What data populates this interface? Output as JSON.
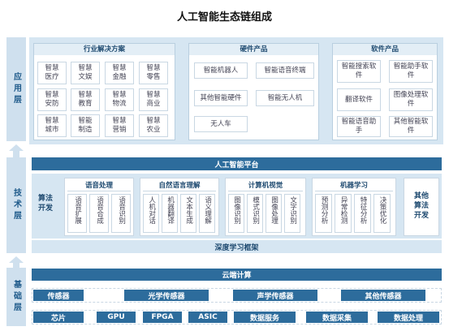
{
  "title": "人工智能生态链组成",
  "layers": {
    "app": "应用层",
    "tech": "技术层",
    "base": "基础层"
  },
  "application": {
    "industry": {
      "title": "行业解决方案",
      "items": [
        "智慧医疗",
        "智慧文娱",
        "智慧金融",
        "智慧零售",
        "智慧安防",
        "智慧教育",
        "智慧物流",
        "智慧商业",
        "智慧城市",
        "智能制造",
        "智慧营销",
        "智慧农业"
      ]
    },
    "hardware": {
      "title": "硬件产品",
      "items": [
        "智能机器人",
        "智能语音终端",
        "其他智能硬件",
        "智能无人机",
        "无人车"
      ]
    },
    "software": {
      "title": "软件产品",
      "items": [
        "智能搜索软件",
        "智能助手软件",
        "翻译软件",
        "图像处理软件",
        "智能语音助手",
        "其他智能软件"
      ]
    }
  },
  "tech": {
    "platform": "人工智能平台",
    "algo": "算法开发",
    "deep_learning": "深度学习框架",
    "groups": [
      {
        "title": "语音处理",
        "items": [
          "语音扩展",
          "语音合成",
          "语音识别"
        ]
      },
      {
        "title": "自然语言理解",
        "items": [
          "人机对话",
          "机器翻译",
          "文本生成",
          "语义理解"
        ]
      },
      {
        "title": "计算机视觉",
        "items": [
          "图像识别",
          "模式识别",
          "图像处理",
          "文字识别"
        ]
      },
      {
        "title": "机器学习",
        "items": [
          "预测分析",
          "异常检测",
          "特征分析",
          "决策优化"
        ]
      }
    ],
    "other": "其他算法开发"
  },
  "base": {
    "cloud": "云端计算",
    "sensor": "传感器",
    "sensors": [
      "光学传感器",
      "声学传感器",
      "其他传感器"
    ],
    "chip": "芯片",
    "chips": [
      "GPU",
      "FPGA",
      "ASIC"
    ],
    "data_items": [
      "数据服务",
      "数据采集",
      "数据处理"
    ]
  },
  "colors": {
    "dark_blue": "#2d6c9c",
    "light_blue": "#d6e6f2",
    "side_blue": "#cfe0ee"
  }
}
